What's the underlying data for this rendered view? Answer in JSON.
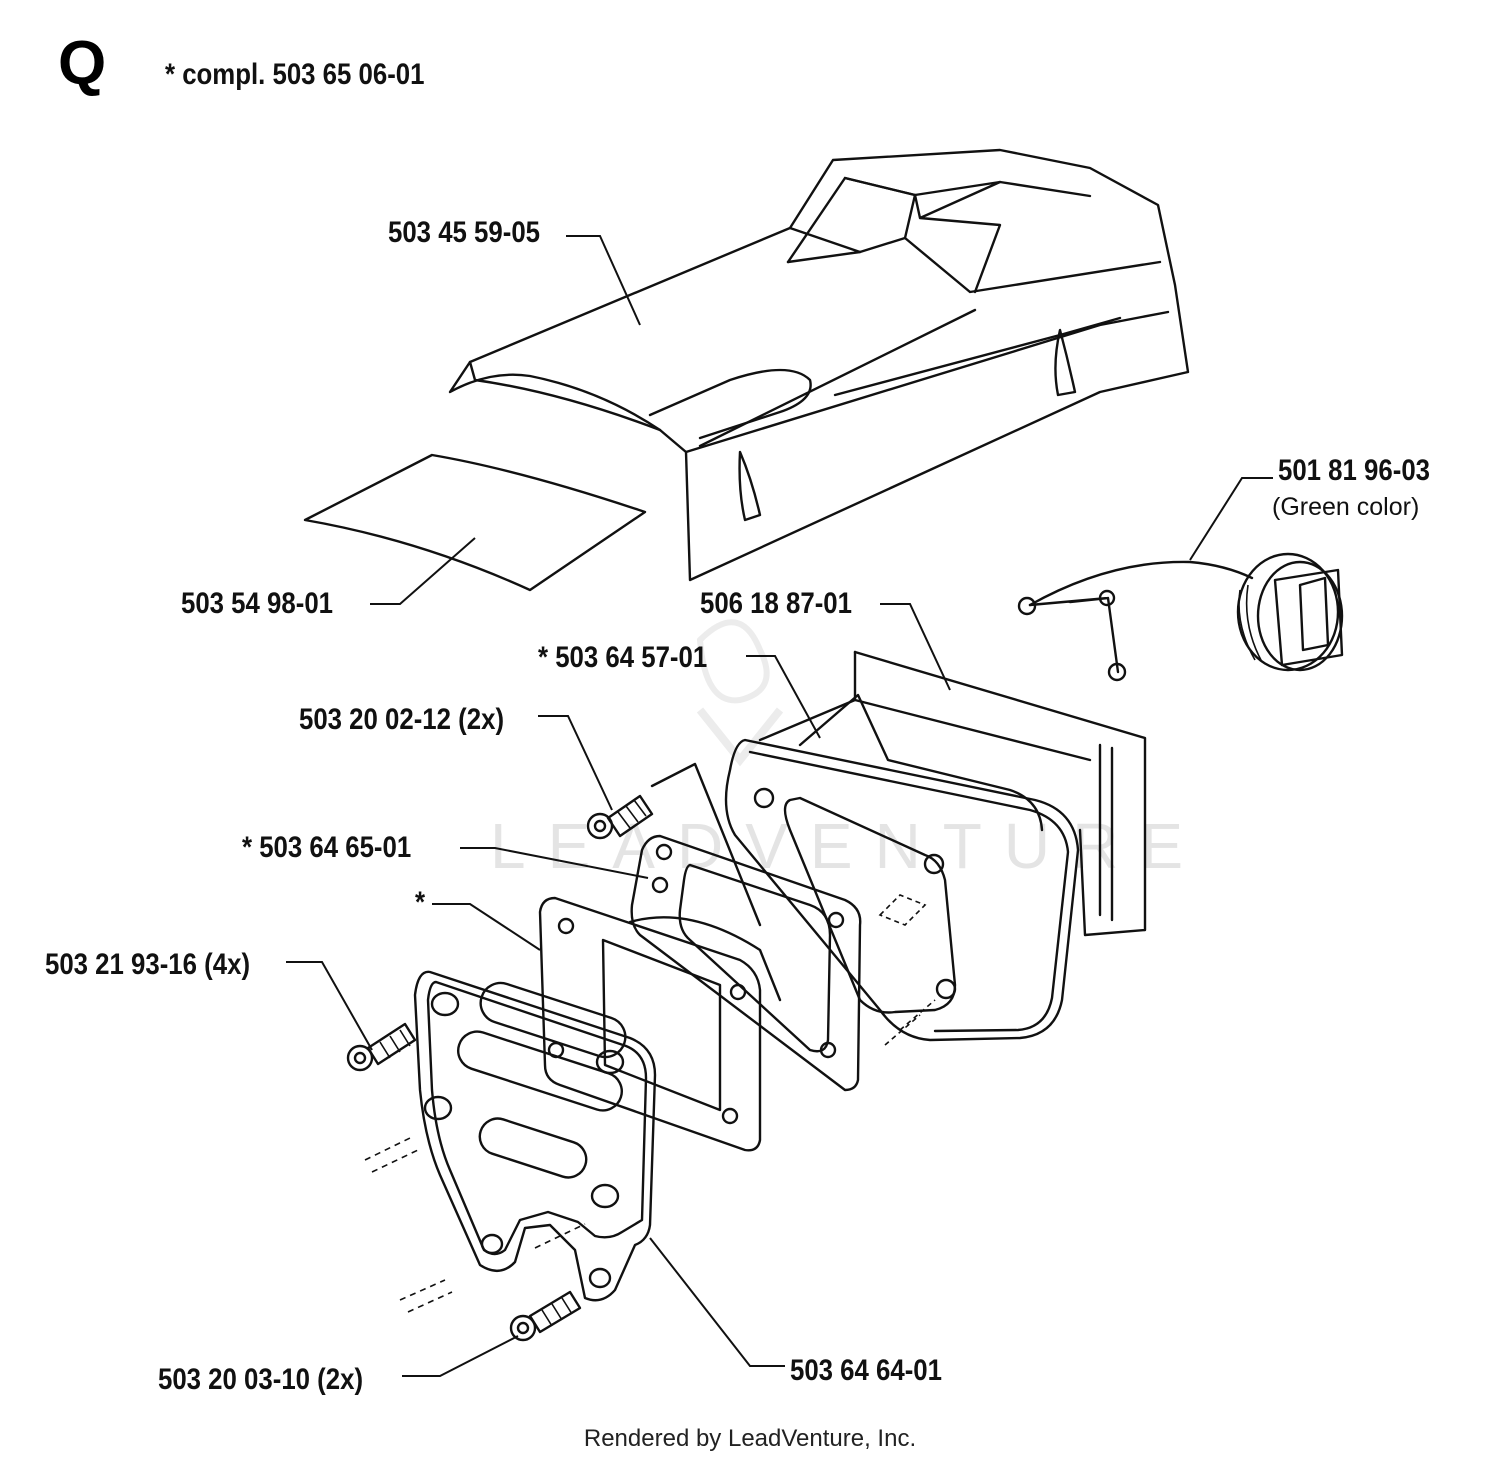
{
  "diagram": {
    "section_letter": "Q",
    "assembly_note": "*  compl. 503 65 06-01",
    "parts": [
      {
        "id": "p1",
        "label": "503 45 59-05",
        "icon": "top-cover"
      },
      {
        "id": "p2",
        "label": "503 54 98-01",
        "icon": "decal-sticker"
      },
      {
        "id": "p3",
        "label": "501 81 96-03",
        "sublabel": "(Green color)",
        "icon": "fuel-cap"
      },
      {
        "id": "p4",
        "label": "506 18 87-01",
        "icon": "air-filter-housing"
      },
      {
        "id": "p5",
        "label": "*  503 64 57-01",
        "icon": "muffler-body"
      },
      {
        "id": "p6",
        "label": "503 20 02-12 (2x)",
        "icon": "screw"
      },
      {
        "id": "p7",
        "label": "*  503 64 65-01",
        "icon": "gasket"
      },
      {
        "id": "p8",
        "label": "*",
        "icon": "cooling-plate"
      },
      {
        "id": "p9",
        "label": "503 21 93-16 (4x)",
        "icon": "screw"
      },
      {
        "id": "p10",
        "label": "503 20 03-10 (2x)",
        "icon": "screw"
      },
      {
        "id": "p11",
        "label": "503 64 64-01",
        "icon": "muffler-cover"
      }
    ],
    "watermark": "LEADVENTURE",
    "footer": "Rendered by LeadVenture, Inc."
  }
}
